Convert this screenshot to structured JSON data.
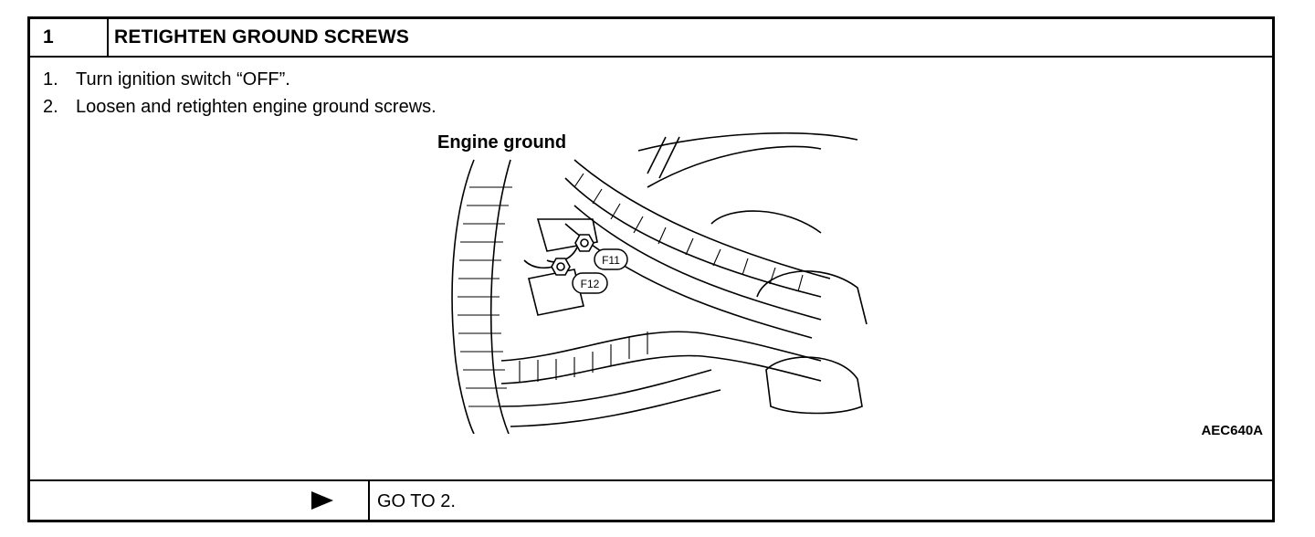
{
  "step": {
    "number": "1",
    "title": "RETIGHTEN GROUND SCREWS"
  },
  "instructions": [
    {
      "num": "1.",
      "text": "Turn ignition switch “OFF”."
    },
    {
      "num": "2.",
      "text": "Loosen and retighten engine ground screws."
    }
  ],
  "figure": {
    "label": "Engine ground",
    "callouts": [
      "F11",
      "F12"
    ],
    "code": "AEC640A"
  },
  "footer": {
    "arrow_icon": "right-triangle-arrow-icon",
    "action": "GO TO 2."
  }
}
